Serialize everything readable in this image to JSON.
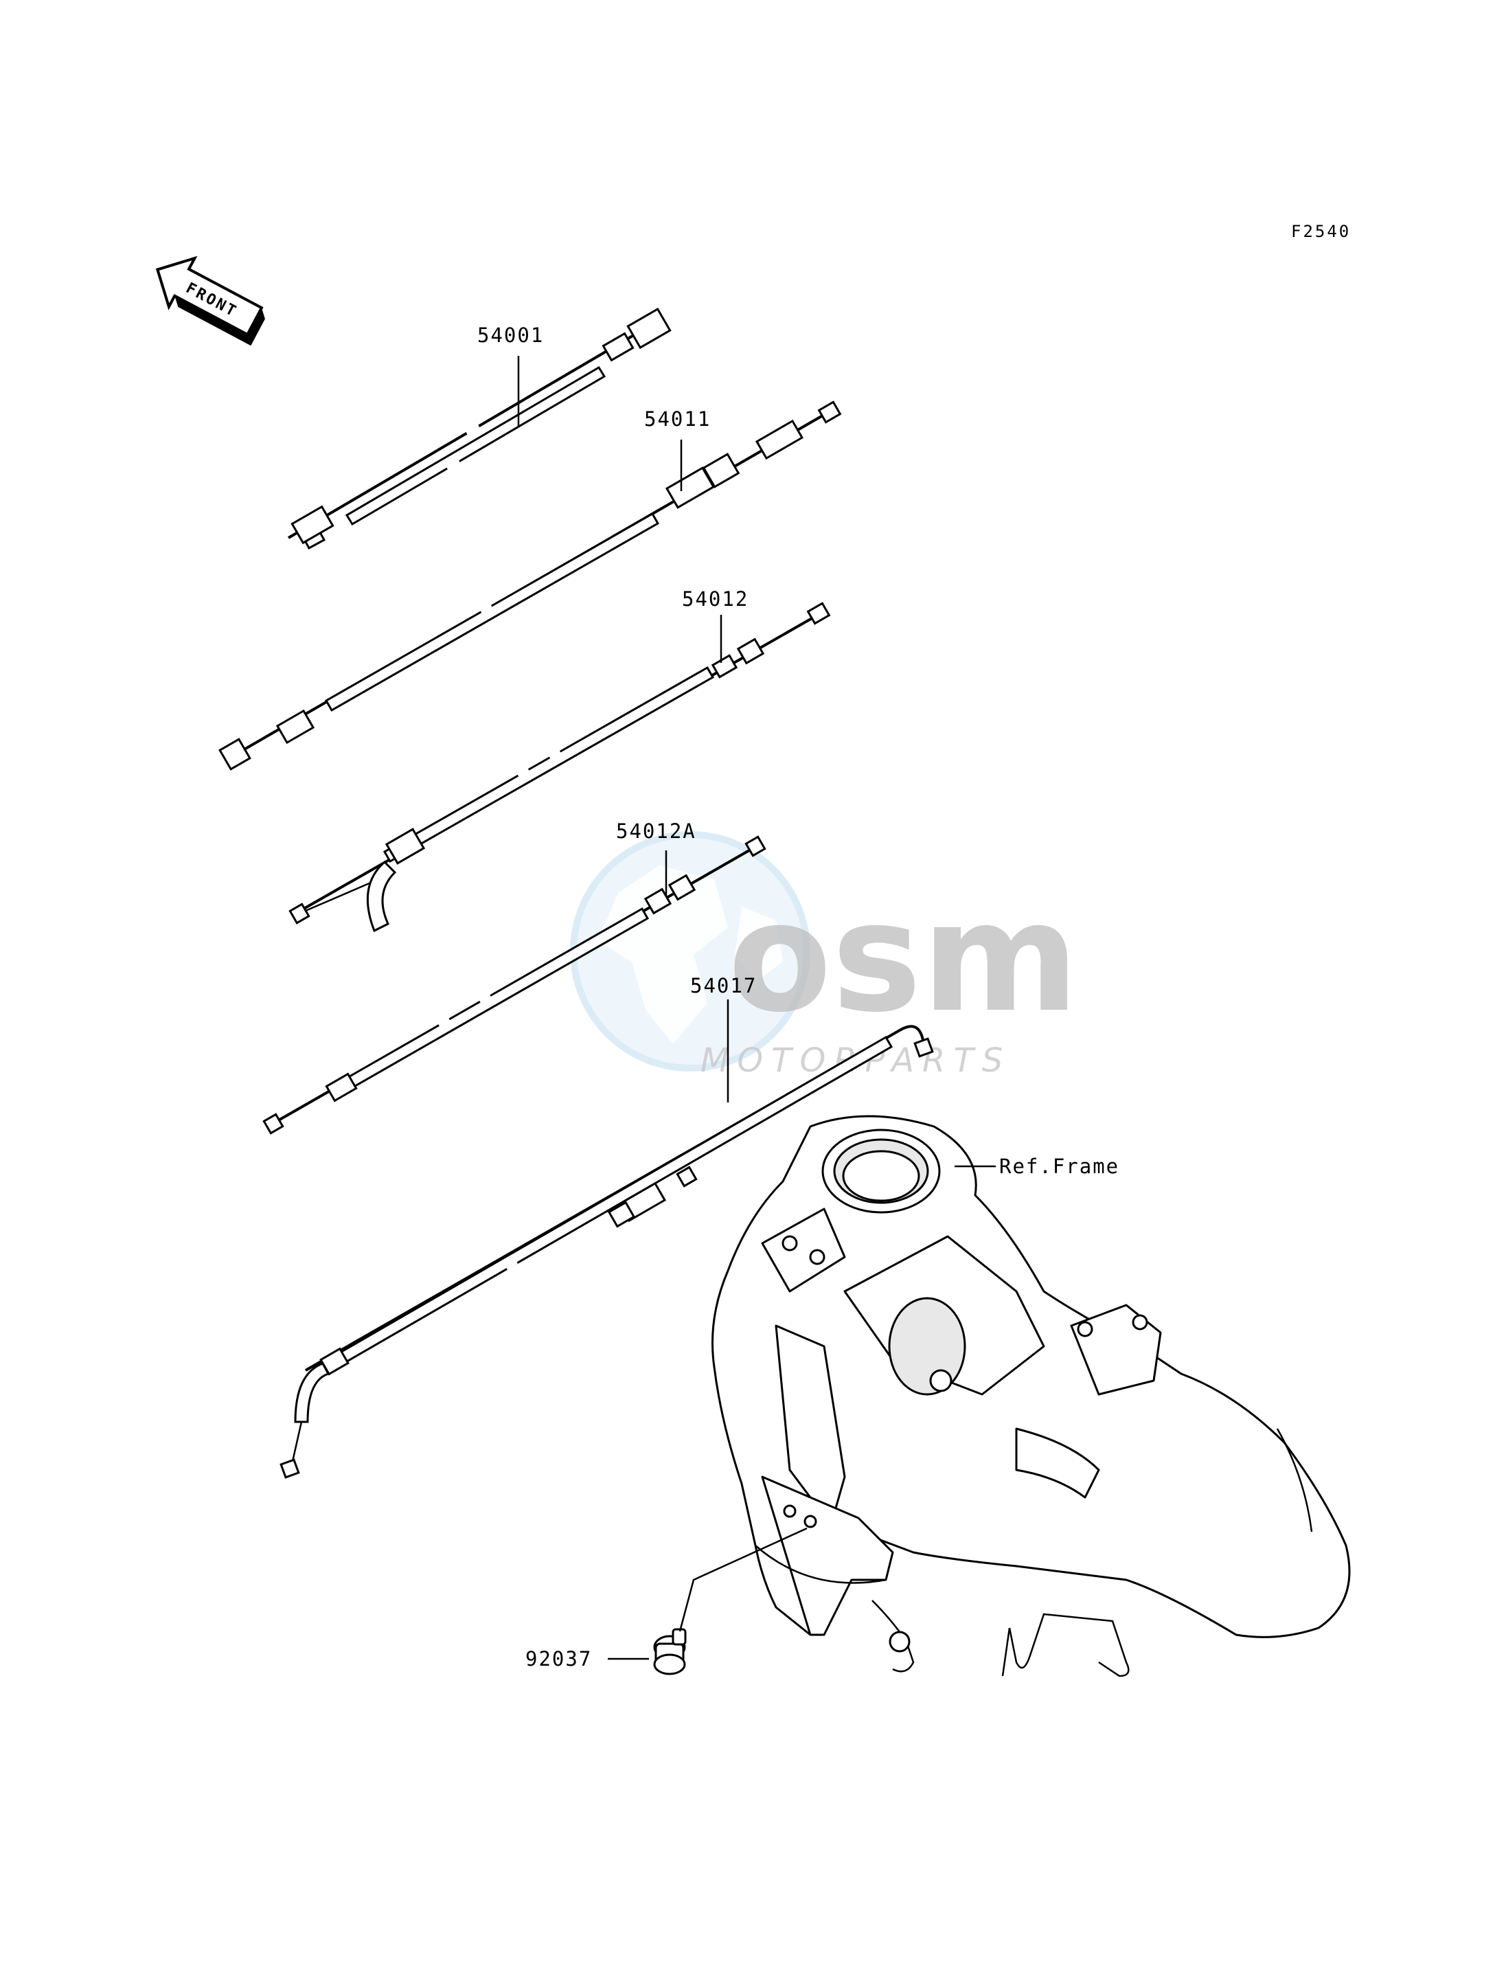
{
  "diagram_code": "F2540",
  "front_label": "FRONT",
  "watermark": {
    "logo_text": "osm",
    "subtitle": "MOTORPARTS"
  },
  "parts": [
    {
      "number": "54001"
    },
    {
      "number": "54011"
    },
    {
      "number": "54012"
    },
    {
      "number": "54012A"
    },
    {
      "number": "54017"
    },
    {
      "number": "92037"
    }
  ],
  "reference": "Ref.Frame",
  "icons": [
    "front-arrow-icon"
  ]
}
